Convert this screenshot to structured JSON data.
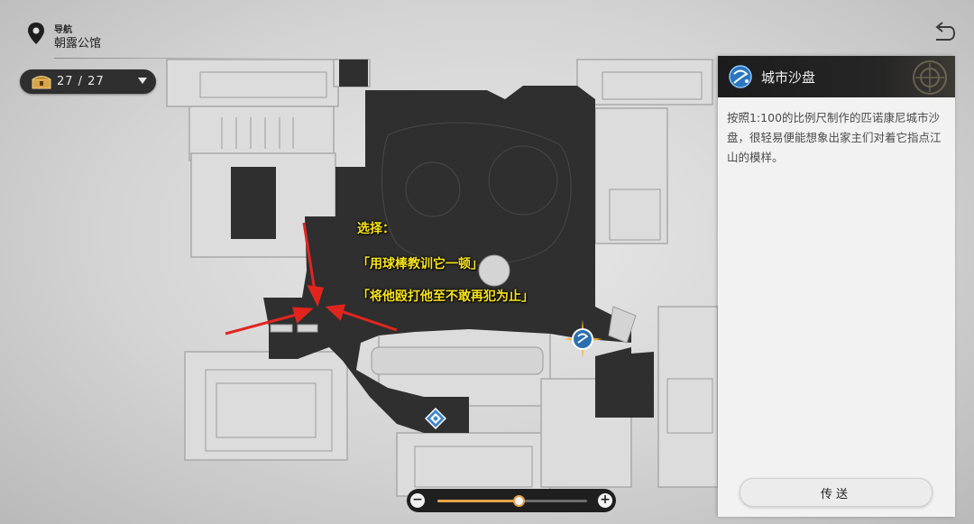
{
  "nav": {
    "label": "导航",
    "location": "朝露公馆",
    "pin_icon": "map-pin-icon"
  },
  "chest_counter": {
    "count": "27 / 27",
    "icon": "treasure-chest-icon",
    "dropdown_icon": "caret-down-icon"
  },
  "back_icon": "return-arrow-icon",
  "map": {
    "annotations": {
      "choose": "选择：",
      "option_1": "「用球棒教训它一顿」",
      "option_2": "「将他殴打他至不敢再犯为止」"
    },
    "markers": [
      {
        "name": "city-sandbox-marker",
        "icon": "sandbox-icon",
        "selected": true
      },
      {
        "name": "space-anchor-marker",
        "icon": "teleport-anchor-icon",
        "selected": false
      }
    ],
    "colors": {
      "floor_dark": "#2f2f2f",
      "floor_light": "#d6d6d6",
      "highlight": "#f7e31c",
      "arrow": "#e0251f",
      "marker_blue": "#3d86c9",
      "selected_glow": "#f2b33c"
    }
  },
  "info_panel": {
    "title": "城市沙盘",
    "title_icon": "sandbox-icon",
    "emblem_icon": "faction-emblem-icon",
    "description": "按照1:100的比例尺制作的匹诺康尼城市沙盘，很轻易便能想象出家主们对着它指点江山的模样。",
    "teleport_label": "传送"
  },
  "zoom": {
    "level": 0.54,
    "out_label": "−",
    "in_label": "+"
  }
}
